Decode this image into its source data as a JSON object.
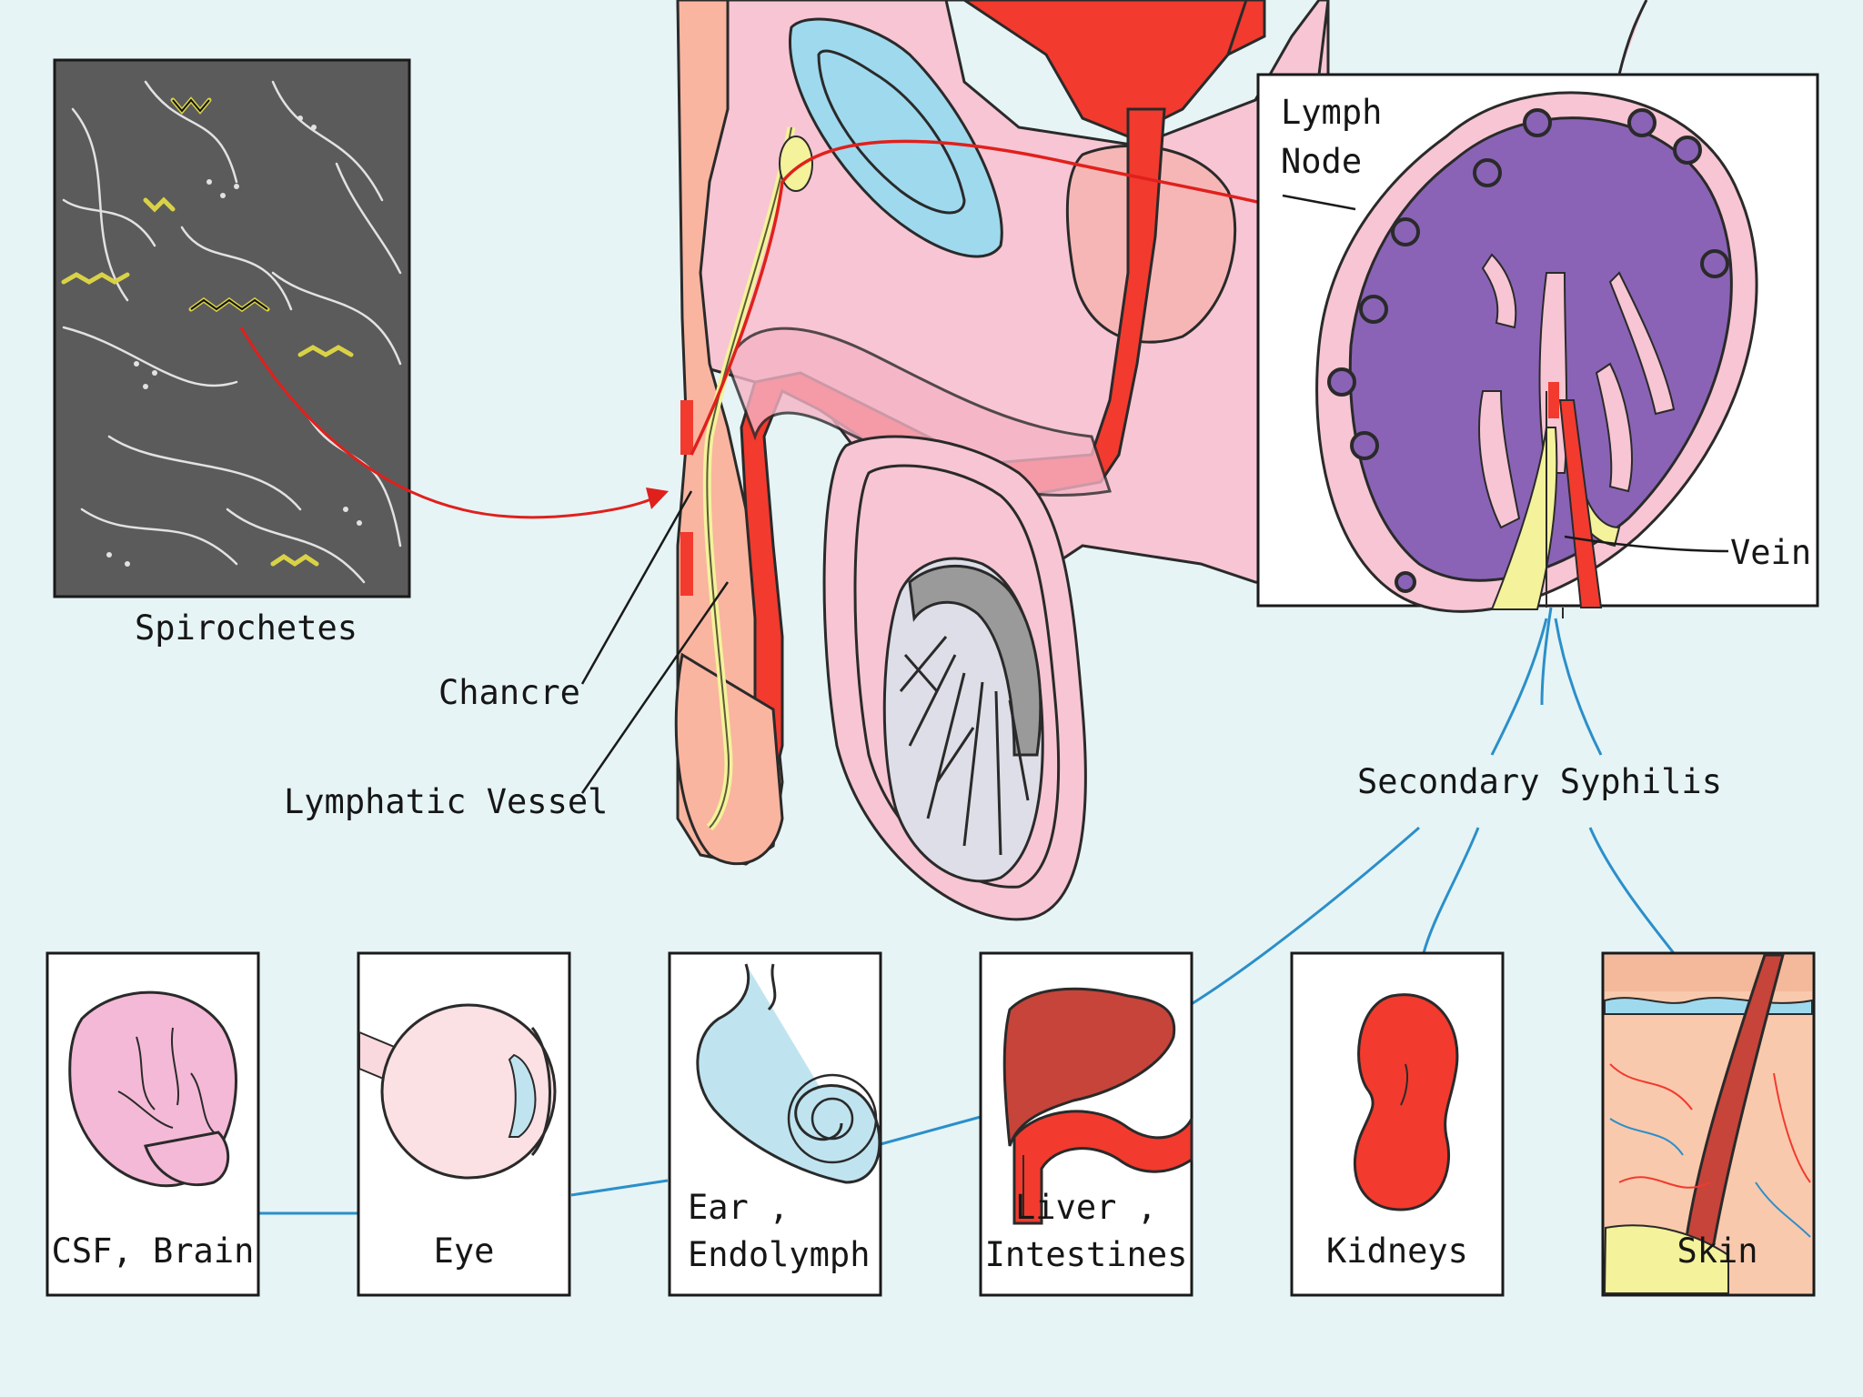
{
  "labels": {
    "spirochetes": "Spirochetes",
    "chancre": "Chancre",
    "lymphatic_vessel": "Lymphatic Vessel",
    "lymph_node_line1": "Lymph",
    "lymph_node_line2": "Node",
    "vein": "Vein",
    "secondary_syphilis": "Secondary Syphilis"
  },
  "organs": [
    {
      "lines": [
        "CSF, Brain"
      ]
    },
    {
      "lines": [
        "Eye"
      ]
    },
    {
      "lines": [
        "Ear ,",
        "Endolymph"
      ]
    },
    {
      "lines": [
        "Liver ,",
        "Intestines"
      ]
    },
    {
      "lines": [
        "Kidneys"
      ]
    },
    {
      "lines": [
        "Skin"
      ]
    }
  ],
  "colors": {
    "background": "#e6f4f6",
    "artery_red": "#f23a2e",
    "tissue_pink": "#f7c5d3",
    "skin_peach": "#f9b5a0",
    "lymph_purple": "#8a63b6",
    "lymph_yellow": "#f4f29a",
    "bladder_blue": "#9fd9ee",
    "connector_blue": "#2b8fc9",
    "panel_gray": "#5b5b5b"
  }
}
